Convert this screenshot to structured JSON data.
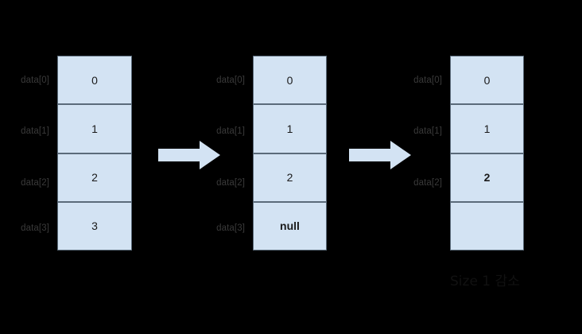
{
  "diagram": {
    "title": "Array element removal diagram",
    "colors": {
      "background": "#000000",
      "cell_fill": "#d3e3f3",
      "cell_border": "#5b6b7a",
      "arrow_fill": "#d3e3f3",
      "label_text": "#3a3a3a",
      "value_text": "#1a1a1a",
      "caption_text": "#111111"
    },
    "arrays": [
      {
        "name": "array-before",
        "labels": [
          "data[0]",
          "data[1]",
          "data[2]",
          "data[3]"
        ],
        "cells": [
          {
            "value": "0",
            "bold": false
          },
          {
            "value": "1",
            "bold": false
          },
          {
            "value": "2",
            "bold": false
          },
          {
            "value": "3",
            "bold": false
          }
        ]
      },
      {
        "name": "array-nulled",
        "labels": [
          "data[0]",
          "data[1]",
          "data[2]",
          "data[3]"
        ],
        "cells": [
          {
            "value": "0",
            "bold": false
          },
          {
            "value": "1",
            "bold": false
          },
          {
            "value": "2",
            "bold": false
          },
          {
            "value": "null",
            "bold": true
          }
        ]
      },
      {
        "name": "array-after",
        "labels": [
          "data[0]",
          "data[1]",
          "data[2]",
          ""
        ],
        "cells": [
          {
            "value": "0",
            "bold": false
          },
          {
            "value": "1",
            "bold": false
          },
          {
            "value": "2",
            "bold": true
          },
          {
            "value": "",
            "bold": false
          }
        ]
      }
    ],
    "arrows": [
      {
        "name": "arrow-step-1",
        "glyph": "right-arrow-icon"
      },
      {
        "name": "arrow-step-2",
        "glyph": "right-arrow-icon"
      }
    ],
    "caption": "Size 1 감소"
  }
}
